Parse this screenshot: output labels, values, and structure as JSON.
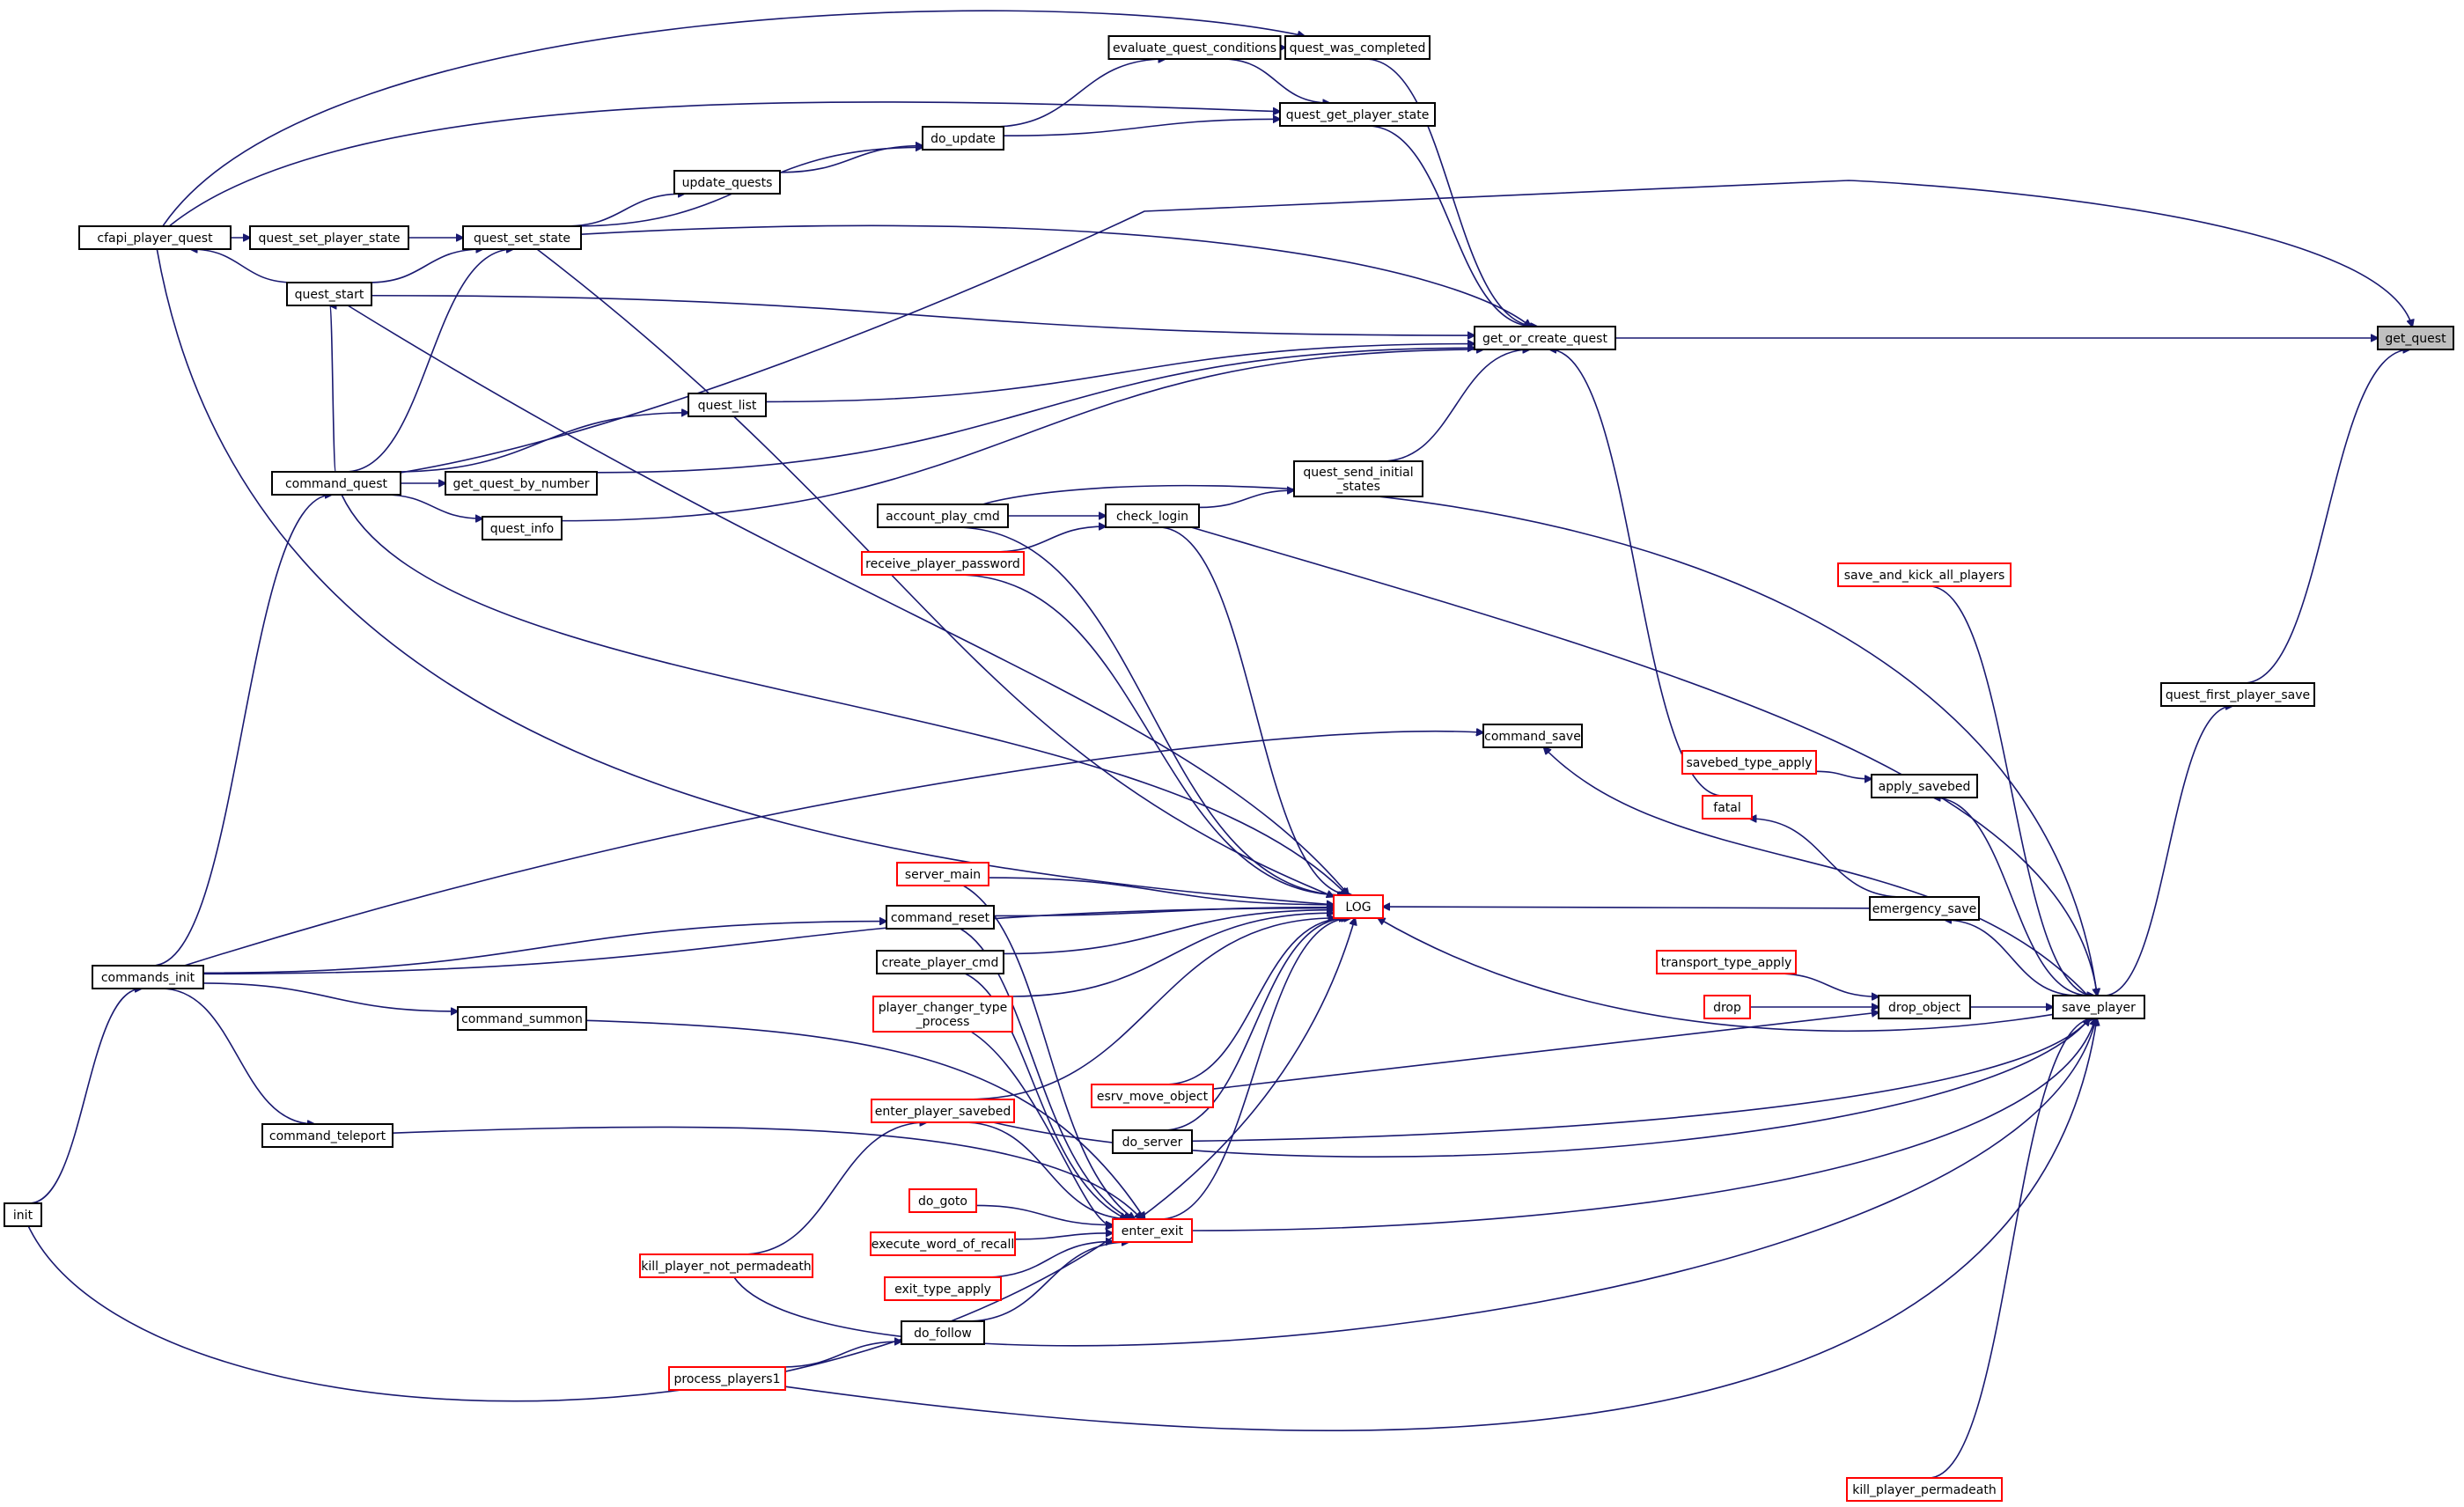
{
  "diagram": {
    "kind": "caller-graph",
    "colors": {
      "edge": "#191970",
      "node_border": "#000000",
      "truncated_border": "#ff0000",
      "target_fill": "#bfbfbf"
    },
    "nodes": {
      "get_quest": {
        "label": "get_quest",
        "style": "target"
      },
      "get_or_create_quest": {
        "label": "get_or_create_quest",
        "style": "normal"
      },
      "quest_first_player_save": {
        "label": "quest_first_player_save",
        "style": "normal"
      },
      "quest_was_completed": {
        "label": "quest_was_completed",
        "style": "normal"
      },
      "evaluate_quest_conditions": {
        "label": "evaluate_quest_conditions",
        "style": "normal"
      },
      "quest_get_player_state": {
        "label": "quest_get_player_state",
        "style": "normal"
      },
      "do_update": {
        "label": "do_update",
        "style": "normal"
      },
      "update_quests": {
        "label": "update_quests",
        "style": "normal"
      },
      "quest_set_state": {
        "label": "quest_set_state",
        "style": "normal"
      },
      "quest_set_player_state": {
        "label": "quest_set_player_state",
        "style": "normal"
      },
      "cfapi_player_quest": {
        "label": "cfapi_player_quest",
        "style": "normal"
      },
      "quest_start": {
        "label": "quest_start",
        "style": "normal"
      },
      "quest_list": {
        "label": "quest_list",
        "style": "normal"
      },
      "command_quest": {
        "label": "command_quest",
        "style": "normal"
      },
      "get_quest_by_number": {
        "label": "get_quest_by_number",
        "style": "normal"
      },
      "quest_info": {
        "label": "quest_info",
        "style": "normal"
      },
      "quest_send_initial_states": {
        "label": "quest_send_initial\n_states",
        "style": "normal"
      },
      "check_login": {
        "label": "check_login",
        "style": "normal"
      },
      "account_play_cmd": {
        "label": "account_play_cmd",
        "style": "normal"
      },
      "receive_player_password": {
        "label": "receive_player_password",
        "style": "truncated"
      },
      "save_and_kick_all_players": {
        "label": "save_and_kick_all_players",
        "style": "truncated"
      },
      "command_save": {
        "label": "command_save",
        "style": "normal"
      },
      "savebed_type_apply": {
        "label": "savebed_type_apply",
        "style": "truncated"
      },
      "apply_savebed": {
        "label": "apply_savebed",
        "style": "normal"
      },
      "fatal": {
        "label": "fatal",
        "style": "truncated"
      },
      "server_main": {
        "label": "server_main",
        "style": "truncated"
      },
      "LOG": {
        "label": "LOG",
        "style": "truncated"
      },
      "emergency_save": {
        "label": "emergency_save",
        "style": "normal"
      },
      "command_reset": {
        "label": "command_reset",
        "style": "normal"
      },
      "create_player_cmd": {
        "label": "create_player_cmd",
        "style": "normal"
      },
      "commands_init": {
        "label": "commands_init",
        "style": "normal"
      },
      "transport_type_apply": {
        "label": "transport_type_apply",
        "style": "truncated"
      },
      "drop": {
        "label": "drop",
        "style": "truncated"
      },
      "drop_object": {
        "label": "drop_object",
        "style": "normal"
      },
      "save_player": {
        "label": "save_player",
        "style": "normal"
      },
      "player_changer_type_process": {
        "label": "player_changer_type\n_process",
        "style": "truncated"
      },
      "command_summon": {
        "label": "command_summon",
        "style": "normal"
      },
      "esrv_move_object": {
        "label": "esrv_move_object",
        "style": "truncated"
      },
      "enter_player_savebed": {
        "label": "enter_player_savebed",
        "style": "truncated"
      },
      "command_teleport": {
        "label": "command_teleport",
        "style": "normal"
      },
      "do_server": {
        "label": "do_server",
        "style": "normal"
      },
      "init": {
        "label": "init",
        "style": "normal"
      },
      "do_goto": {
        "label": "do_goto",
        "style": "truncated"
      },
      "enter_exit": {
        "label": "enter_exit",
        "style": "truncated"
      },
      "kill_player_not_permadeath": {
        "label": "kill_player_not_permadeath",
        "style": "truncated"
      },
      "execute_word_of_recall": {
        "label": "execute_word_of_recall",
        "style": "truncated"
      },
      "exit_type_apply": {
        "label": "exit_type_apply",
        "style": "truncated"
      },
      "do_follow": {
        "label": "do_follow",
        "style": "normal"
      },
      "process_players1": {
        "label": "process_players1",
        "style": "truncated"
      },
      "kill_player_permadeath": {
        "label": "kill_player_permadeath",
        "style": "truncated"
      }
    },
    "edges": [
      [
        "get_or_create_quest",
        "get_quest"
      ],
      [
        "quest_first_player_save",
        "get_quest"
      ],
      [
        "command_quest",
        "get_quest"
      ],
      [
        "quest_was_completed",
        "get_or_create_quest"
      ],
      [
        "quest_get_player_state",
        "get_or_create_quest"
      ],
      [
        "quest_set_state",
        "get_or_create_quest"
      ],
      [
        "quest_start",
        "get_or_create_quest"
      ],
      [
        "quest_list",
        "get_or_create_quest"
      ],
      [
        "get_quest_by_number",
        "get_or_create_quest"
      ],
      [
        "quest_info",
        "get_or_create_quest"
      ],
      [
        "quest_send_initial_states",
        "get_or_create_quest"
      ],
      [
        "fatal",
        "get_or_create_quest"
      ],
      [
        "evaluate_quest_conditions",
        "quest_was_completed"
      ],
      [
        "cfapi_player_quest",
        "quest_was_completed"
      ],
      [
        "evaluate_quest_conditions",
        "quest_get_player_state"
      ],
      [
        "do_update",
        "quest_get_player_state"
      ],
      [
        "cfapi_player_quest",
        "quest_get_player_state"
      ],
      [
        "do_update",
        "evaluate_quest_conditions"
      ],
      [
        "update_quests",
        "do_update"
      ],
      [
        "quest_set_state",
        "do_update"
      ],
      [
        "quest_set_state",
        "update_quests"
      ],
      [
        "quest_set_player_state",
        "quest_set_state"
      ],
      [
        "quest_start",
        "quest_set_state"
      ],
      [
        "command_quest",
        "quest_set_state"
      ],
      [
        "cfapi_player_quest",
        "quest_set_player_state"
      ],
      [
        "quest_start",
        "cfapi_player_quest"
      ],
      [
        "command_quest",
        "quest_start"
      ],
      [
        "command_quest",
        "quest_list"
      ],
      [
        "command_quest",
        "get_quest_by_number"
      ],
      [
        "command_quest",
        "quest_info"
      ],
      [
        "commands_init",
        "command_quest"
      ],
      [
        "check_login",
        "quest_send_initial_states"
      ],
      [
        "account_play_cmd",
        "check_login"
      ],
      [
        "receive_player_password",
        "check_login"
      ],
      [
        "save_player",
        "quest_first_player_save"
      ],
      [
        "quest_set_state",
        "LOG"
      ],
      [
        "quest_start",
        "LOG"
      ],
      [
        "command_quest",
        "LOG"
      ],
      [
        "cfapi_player_quest",
        "LOG"
      ],
      [
        "check_login",
        "LOG"
      ],
      [
        "account_play_cmd",
        "LOG"
      ],
      [
        "receive_player_password",
        "LOG"
      ],
      [
        "commands_init",
        "LOG"
      ],
      [
        "server_main",
        "LOG"
      ],
      [
        "command_reset",
        "LOG"
      ],
      [
        "create_player_cmd",
        "LOG"
      ],
      [
        "player_changer_type_process",
        "LOG"
      ],
      [
        "enter_player_savebed",
        "LOG"
      ],
      [
        "esrv_move_object",
        "LOG"
      ],
      [
        "do_server",
        "LOG"
      ],
      [
        "enter_exit",
        "LOG"
      ],
      [
        "init",
        "LOG"
      ],
      [
        "emergency_save",
        "LOG"
      ],
      [
        "save_player",
        "LOG"
      ],
      [
        "commands_init",
        "command_save"
      ],
      [
        "save_player",
        "command_save"
      ],
      [
        "savebed_type_apply",
        "apply_savebed"
      ],
      [
        "save_player",
        "apply_savebed"
      ],
      [
        "emergency_save",
        "fatal"
      ],
      [
        "save_player",
        "emergency_save"
      ],
      [
        "transport_type_apply",
        "drop_object"
      ],
      [
        "drop",
        "drop_object"
      ],
      [
        "drop_object",
        "save_player"
      ],
      [
        "save_and_kick_all_players",
        "save_player"
      ],
      [
        "kill_player_permadeath",
        "save_player"
      ],
      [
        "commands_init",
        "command_reset"
      ],
      [
        "commands_init",
        "command_summon"
      ],
      [
        "commands_init",
        "command_teleport"
      ],
      [
        "init",
        "commands_init"
      ],
      [
        "kill_player_not_permadeath",
        "enter_player_savebed"
      ],
      [
        "process_players1",
        "do_follow"
      ],
      [
        "do_goto",
        "enter_exit"
      ],
      [
        "execute_word_of_recall",
        "enter_exit"
      ],
      [
        "exit_type_apply",
        "enter_exit"
      ],
      [
        "do_follow",
        "enter_exit"
      ],
      [
        "command_teleport",
        "enter_exit"
      ],
      [
        "command_summon",
        "enter_exit"
      ],
      [
        "enter_player_savebed",
        "enter_exit"
      ],
      [
        "player_changer_type_process",
        "enter_exit"
      ],
      [
        "command_reset",
        "enter_exit"
      ],
      [
        "create_player_cmd",
        "enter_exit"
      ],
      [
        "server_main",
        "enter_exit"
      ],
      [
        "enter_exit",
        "save_player"
      ],
      [
        "esrv_move_object",
        "drop_object"
      ],
      [
        "do_server",
        "save_player"
      ],
      [
        "kill_player_not_permadeath",
        "save_player"
      ],
      [
        "process_players1",
        "save_player"
      ],
      [
        "check_login",
        "save_player"
      ],
      [
        "account_play_cmd",
        "save_player"
      ],
      [
        "enter_player_savebed",
        "save_player"
      ]
    ]
  }
}
